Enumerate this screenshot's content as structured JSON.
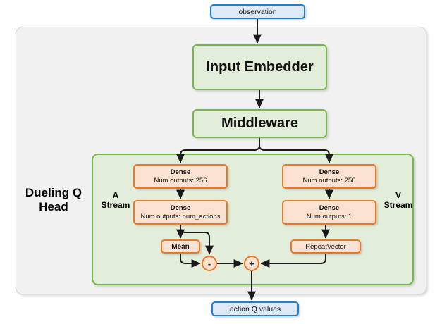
{
  "diagram": {
    "title_label": "Dueling Q Head",
    "stream_a_label": "A\nStream",
    "stream_a_line1": "A",
    "stream_a_line2": "Stream",
    "stream_v_line1": "V",
    "stream_v_line2": "Stream",
    "colors": {
      "green_border": "#74b74a",
      "green_fill": "#e2eed9",
      "orange_border": "#ee7624",
      "orange_fill": "#fbe2d0",
      "blue_border": "#1f7fd4",
      "blue_fill": "#dce9f7",
      "outer_fill": "#f1f1f1",
      "edge_color": "#1a1a1a"
    }
  },
  "nodes": {
    "observation": {
      "label": "observation"
    },
    "input_embedder": {
      "label": "Input Embedder"
    },
    "middleware": {
      "label": "Middleware"
    },
    "a_dense_1": {
      "title": "Dense",
      "subtitle": "Num outputs: 256"
    },
    "a_dense_2": {
      "title": "Dense",
      "subtitle": "Num outputs: num_actions"
    },
    "v_dense_1": {
      "title": "Dense",
      "subtitle": "Num outputs: 256"
    },
    "v_dense_2": {
      "title": "Dense",
      "subtitle": "Num outputs: 1"
    },
    "mean": {
      "label": "Mean"
    },
    "repeat_vector": {
      "label": "RepeatVector"
    },
    "subtract_op": {
      "label": "-"
    },
    "add_op": {
      "label": "+"
    },
    "action_q_values": {
      "label": "action Q values"
    }
  }
}
